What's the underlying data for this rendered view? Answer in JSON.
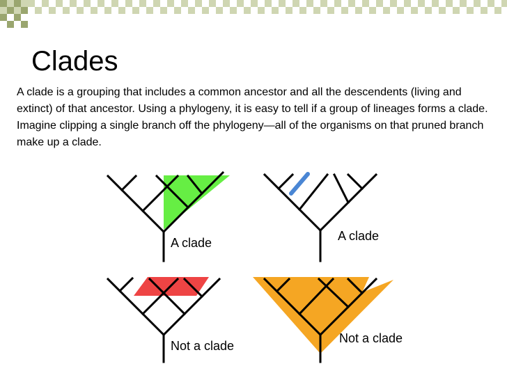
{
  "slide": {
    "title": "Clades",
    "body": "A clade is a grouping that includes a common ancestor and all the descendents (living and extinct) of that ancestor. Using a phylogeny, it is easy to tell if a group of lineages forms a clade. Imagine clipping a single branch off the phylogeny—all of the organisms on that pruned branch make up a clade."
  },
  "diagrams": [
    {
      "label": "A clade",
      "highlight_color": "#66ee44"
    },
    {
      "label": "A clade",
      "highlight_color": "#4a86d4"
    },
    {
      "label": "Not a clade",
      "highlight_color": "#ee4444"
    },
    {
      "label": "Not a clade",
      "highlight_color": "#f5a623"
    }
  ],
  "colors": {
    "checker_light": "#cfd6b2",
    "checker_dark": "#9aa66f"
  }
}
